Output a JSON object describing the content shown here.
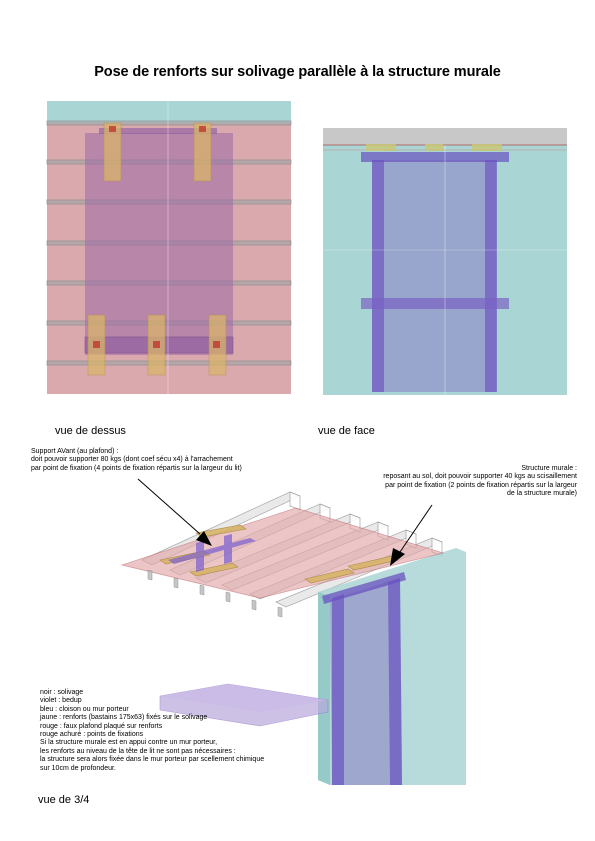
{
  "title": "Pose de renforts sur solivage parallèle à la structure murale",
  "captions": {
    "top_view": "vue de dessus",
    "front_view": "vue de face",
    "three_quarter_view": "vue de 3/4"
  },
  "annotations": {
    "front_support": "Support AVant (au plafond) :\ndoit pouvoir supporter 80 kgs (dont coef sécu x4) à l'arrachement\npar point de fixation (4 points de fixation répartis sur la largeur du lit)",
    "wall_structure": "Structure murale :\nreposant au sol, doit pouvoir supporter 40 kgs au scisaillement\npar point de fixation (2 points de fixation répartis sur la largeur\nde la structure murale)"
  },
  "legend": {
    "lines": [
      "noir : solivage",
      "violet : bedup",
      "bleu : cloison ou mur porteur",
      "jaune : renforts (bastains 175x63) fixés sur le solivage",
      "rouge : faux plafond plaqué sur renforts",
      "rouge achuré : points de fixations",
      "Si la structure murale est en appui contre un mur porteur,",
      "les renforts au niveau de la tête de lit ne sont pas nécessaires :",
      "la structure sera alors fixée dans le mur porteur par scellement chimique",
      "sur 10cm de profondeur."
    ]
  },
  "colors": {
    "ceiling_pink": "#d9a9ae",
    "wall_cyan": "#a9d5d4",
    "bed_violet": "#8a69b8",
    "reinforcement_yellow": "#d8b46a",
    "joist_gray": "#9c9c9c"
  }
}
